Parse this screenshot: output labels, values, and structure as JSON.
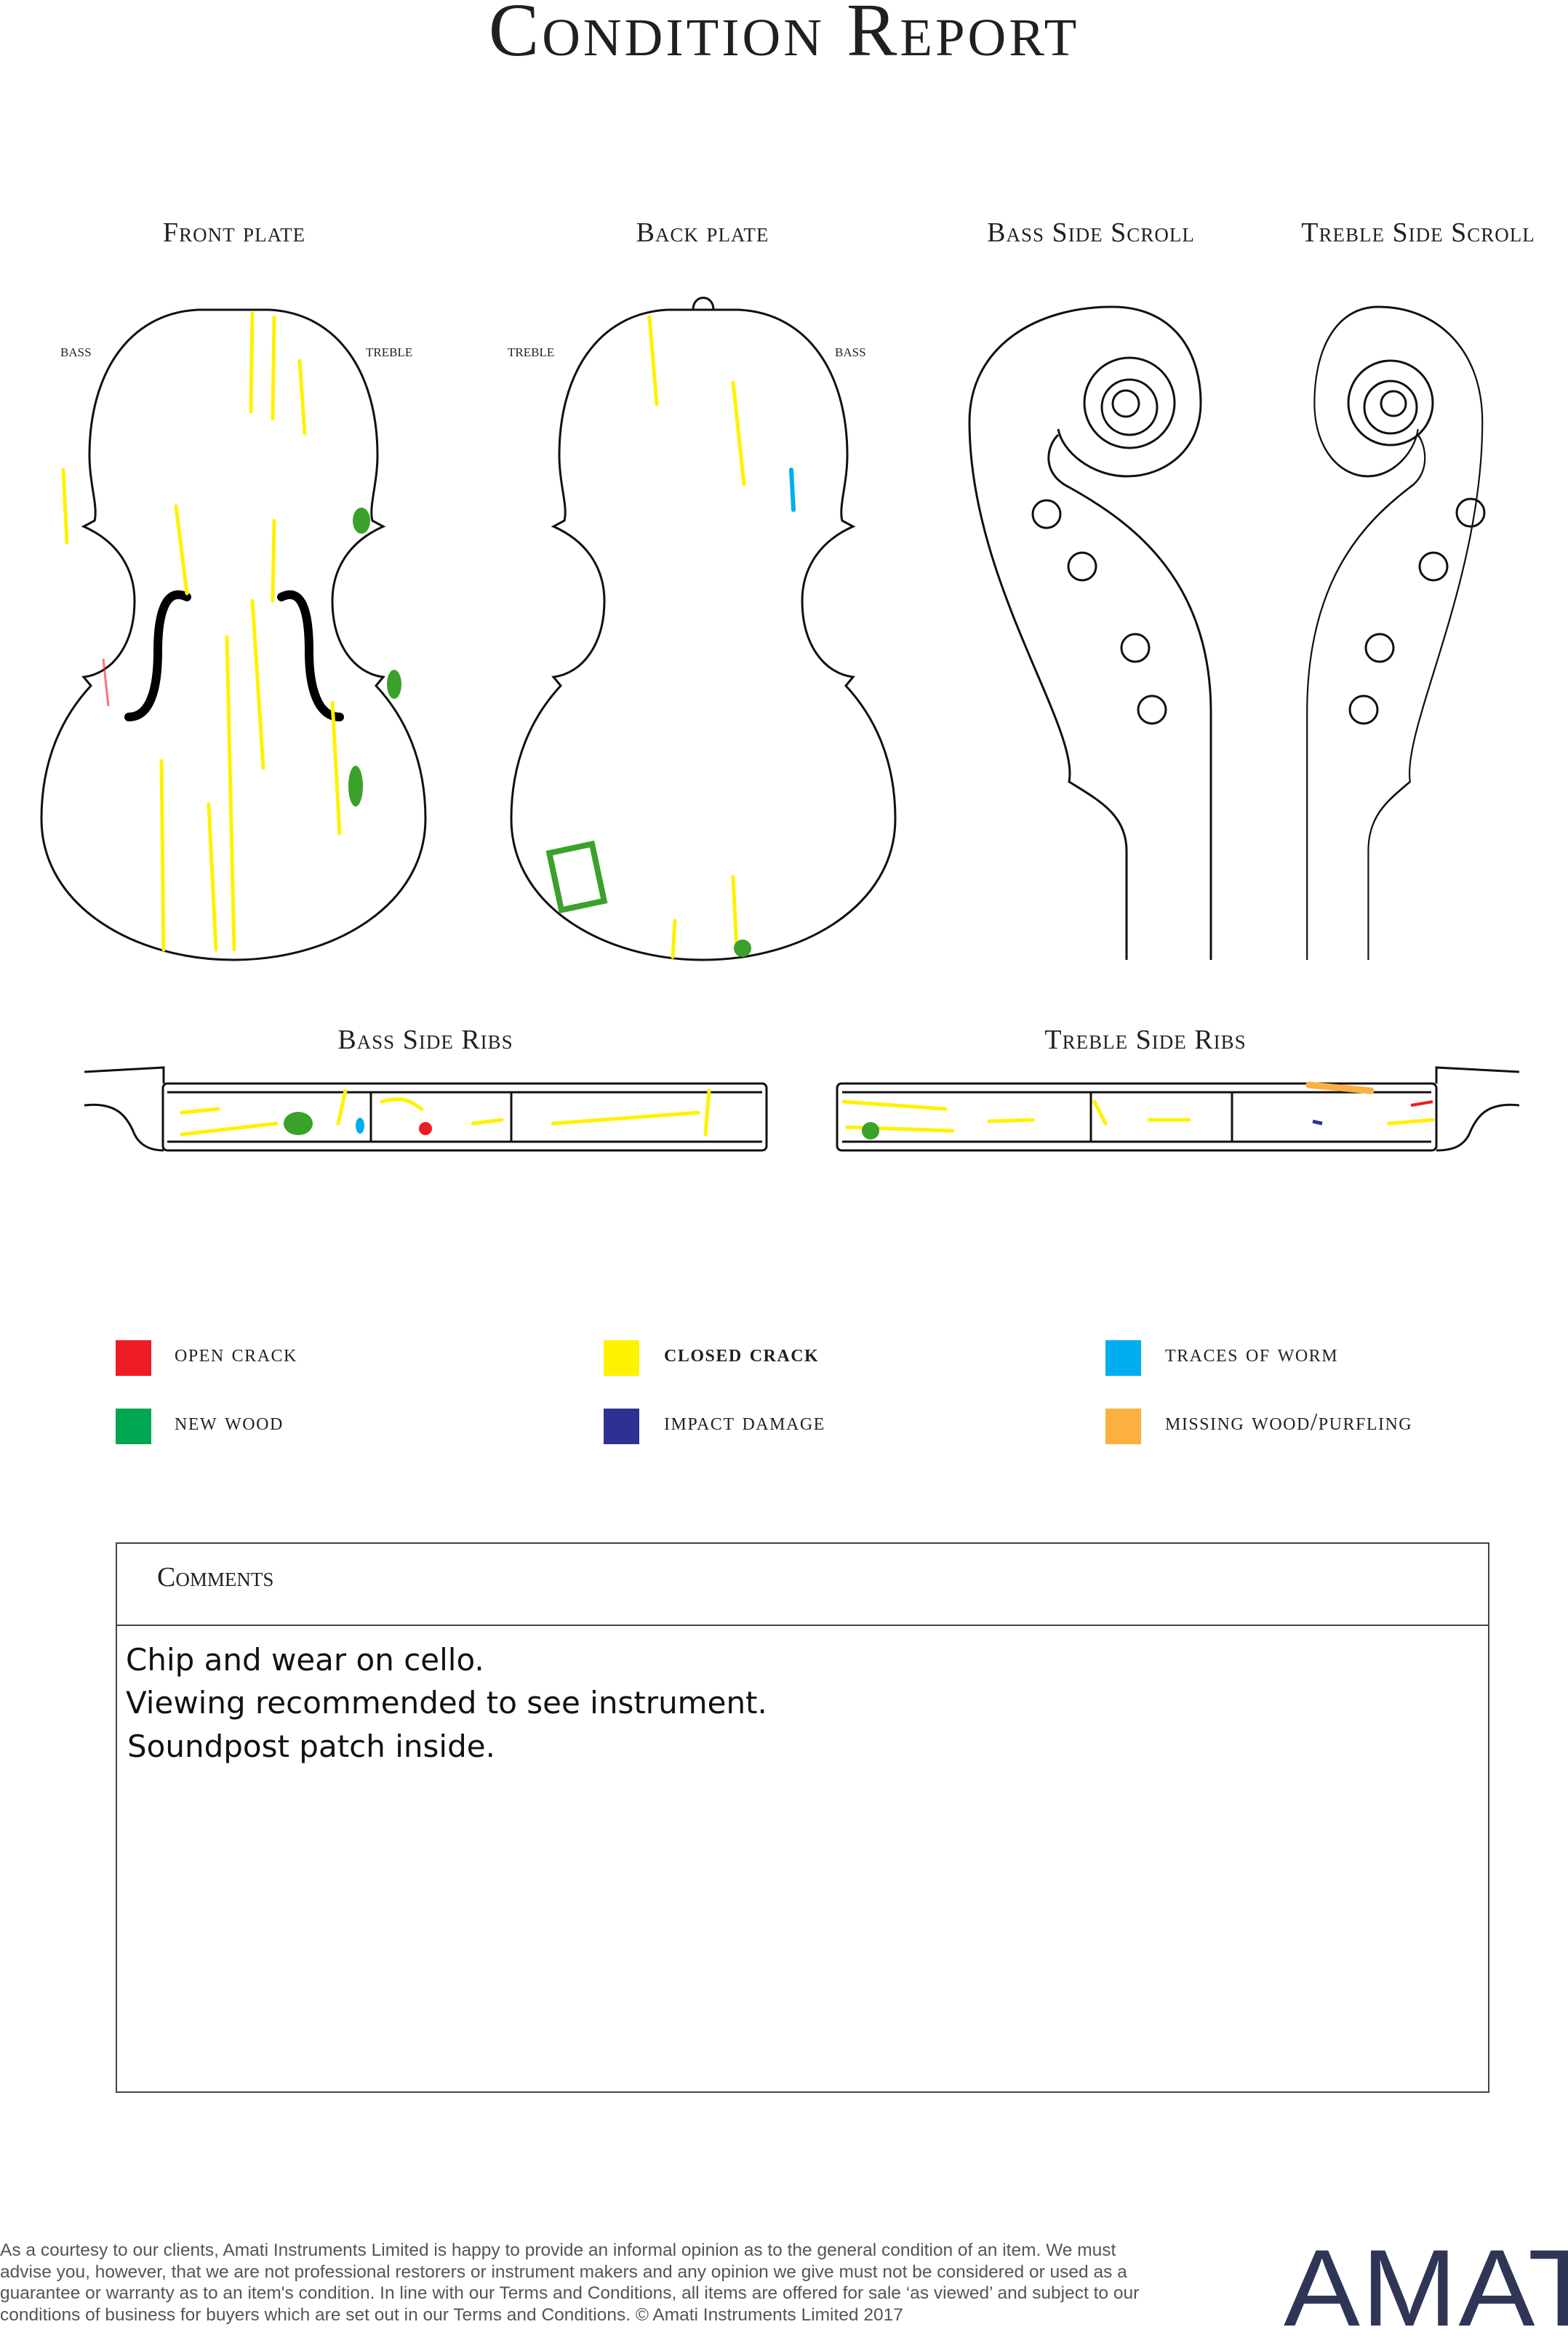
{
  "title": "Condition Report",
  "sections": {
    "front_plate": "Front plate",
    "back_plate": "Back plate",
    "bass_side_scroll": "Bass Side Scroll",
    "treble_side_scroll": "Treble Side Scroll",
    "bass_side_ribs": "Bass Side Ribs",
    "treble_side_ribs": "Treble Side Ribs"
  },
  "side_labels": {
    "bass": "BASS",
    "treble": "TREBLE"
  },
  "legend": [
    {
      "label": "OPEN CRACK",
      "color": "#ed1c24"
    },
    {
      "label": "CLOSED CRACK",
      "color": "#fff200"
    },
    {
      "label": "TRACES OF WORM",
      "color": "#00aeef"
    },
    {
      "label": "NEW WOOD",
      "color": "#00a651"
    },
    {
      "label": "IMPACT DAMAGE",
      "color": "#2e3192"
    },
    {
      "label": "MISSING WOOD/PURFLING",
      "color": "#fbb040"
    }
  ],
  "comments": {
    "title": "Comments",
    "lines": [
      "Chip and wear on cello.",
      "Viewing recommended to see instrument.",
      "Soundpost patch inside."
    ]
  },
  "disclaimer": "As a courtesy to our clients, Amati Instruments Limited is happy to provide an informal opinion as to the general condition of an item. We must advise you, however, that we are not professional restorers or instrument makers and any opinion we give must not be considered or used as a guarantee or warranty as to an item's condition. In line with our Terms and Conditions, all items are offered for sale ‘as viewed’ and subject to our conditions of business for buyers which are set out in our Terms and Conditions. © Amati Instruments Limited 2017",
  "logo": "AMATI"
}
